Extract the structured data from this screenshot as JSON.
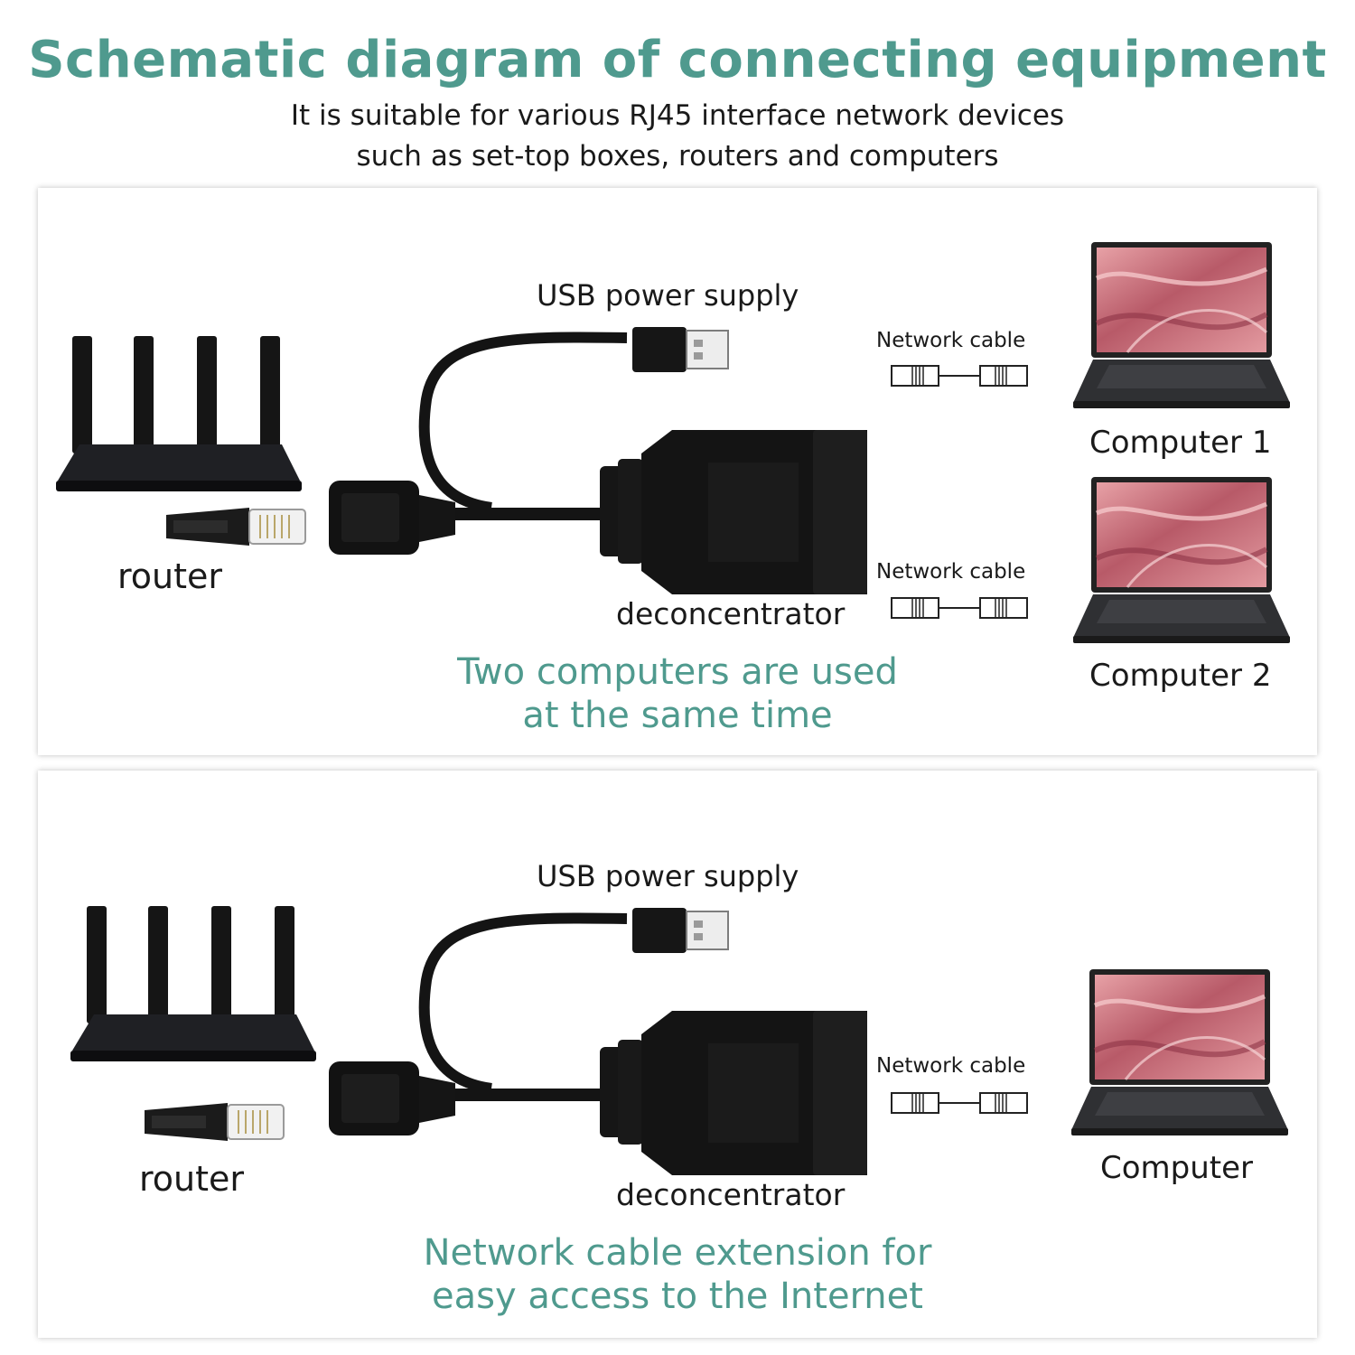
{
  "header": {
    "title": "Schematic diagram of connecting equipment",
    "subtitle_line1": "It is suitable for various RJ45 interface network devices",
    "subtitle_line2": "such as set-top boxes, routers and computers"
  },
  "colors": {
    "accent": "#4f9a8e",
    "text": "#1a1a1a",
    "device_black": "#151515",
    "screen_pink": "#c9737e"
  },
  "panel_top": {
    "usb_label": "USB power supply",
    "router_label": "router",
    "deconcentrator_label": "deconcentrator",
    "network_cable_1": "Network cable",
    "network_cable_2": "Network cable",
    "computer_1": "Computer 1",
    "computer_2": "Computer 2",
    "caption_line1": "Two computers are used",
    "caption_line2": "at the same time"
  },
  "panel_bottom": {
    "usb_label": "USB power supply",
    "router_label": "router",
    "deconcentrator_label": "deconcentrator",
    "network_cable": "Network cable",
    "computer": "Computer",
    "caption_line1": "Network cable extension for",
    "caption_line2": "easy access to the Internet"
  }
}
